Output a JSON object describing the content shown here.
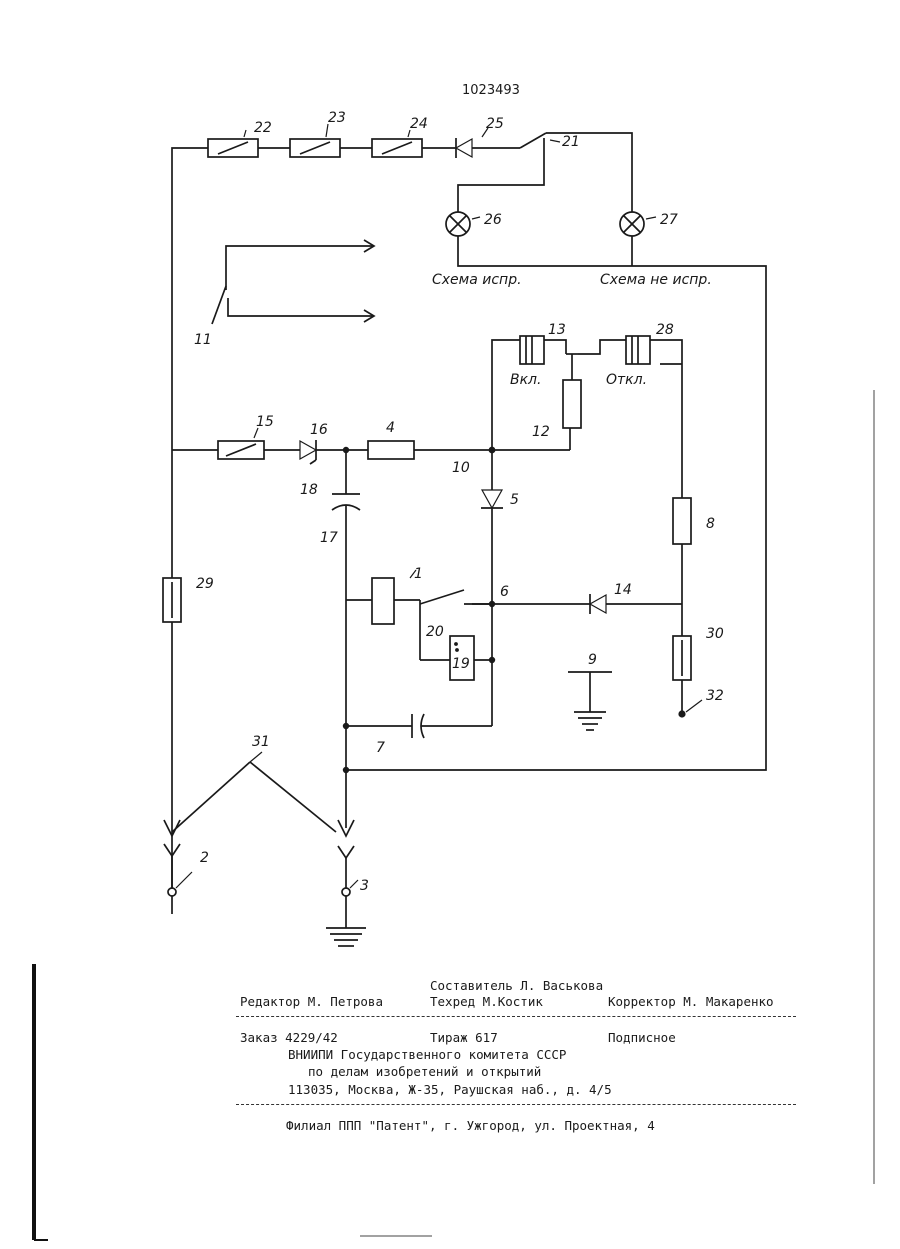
{
  "patent_number": "1023493",
  "diagram": {
    "refs": [
      "1",
      "2",
      "3",
      "4",
      "5",
      "6",
      "7",
      "8",
      "9",
      "10",
      "11",
      "12",
      "13",
      "14",
      "15",
      "16",
      "17",
      "18",
      "19",
      "20",
      "21",
      "22",
      "23",
      "24",
      "25",
      "26",
      "27",
      "28",
      "29",
      "30",
      "31",
      "32"
    ],
    "lamp_26_caption": "Схема испр.",
    "lamp_27_caption": "Схема не испр.",
    "button_13_caption": "Вкл.",
    "button_28_caption": "Откл."
  },
  "footer": {
    "compiler": "Составитель Л. Васькова",
    "editor": "Редактор М. Петрова",
    "techred": "Техред М.Костик",
    "corrector": "Корректор М. Макаренко",
    "order": "Заказ 4229/42",
    "circulation": "Тираж 617",
    "subscription": "Подписное",
    "org_line1": "ВНИИПИ Государственного комитета СССР",
    "org_line2": "по делам изобретений и открытий",
    "org_address": "113035, Москва, Ж-35, Раушская наб., д. 4/5",
    "branch": "Филиал ППП \"Патент\", г. Ужгород, ул. Проектная, 4"
  }
}
